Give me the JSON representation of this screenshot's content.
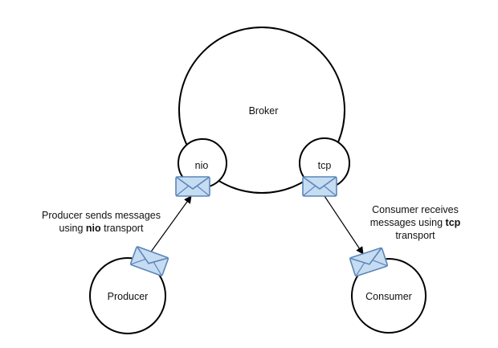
{
  "nodes": {
    "broker": {
      "label": "Broker"
    },
    "nio_connector": {
      "label": "nio"
    },
    "tcp_connector": {
      "label": "tcp"
    },
    "producer": {
      "label": "Producer"
    },
    "consumer": {
      "label": "Consumer"
    }
  },
  "annotations": {
    "producer_note": {
      "line1": "Producer sends messages",
      "line2_prefix": "using ",
      "line2_bold": "nio",
      "line2_suffix": " transport"
    },
    "consumer_note": {
      "line1": "Consumer receives",
      "line2_prefix": "messages using ",
      "line2_bold": "tcp",
      "line3": "transport"
    }
  },
  "icons": {
    "message": "envelope-icon",
    "flow": "arrow-icon"
  },
  "colors": {
    "node_stroke": "#000000",
    "node_fill": "#ffffff",
    "envelope_fill": "#c6dcf2",
    "envelope_stroke": "#5b86b8",
    "text": "#111111"
  }
}
